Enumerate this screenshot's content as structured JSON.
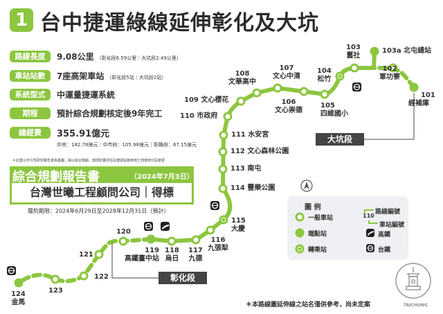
{
  "header": {
    "number": "1",
    "title": "台中捷運綠線延伸彰化及大坑"
  },
  "info": [
    {
      "label": "路線長度",
      "value": "9.08公里",
      "note": "（彰化段6.59公里｜大坑段2.49公里）"
    },
    {
      "label": "車站站數",
      "value": "7座高架車站",
      "note": "（彰化段5站｜大坑段2站）"
    },
    {
      "label": "系統型式",
      "value": "中運量捷運系統",
      "note": ""
    },
    {
      "label": "期程",
      "value": "預計綜合規劃核定後9年完工",
      "note": ""
    },
    {
      "label": "總經費",
      "value": "355.91億元",
      "note": ""
    }
  ],
  "funding": "中央：182.78億元｜中市府：105.98億元｜彰縣府：67.15億元",
  "note": "＊此案以可行性研究報告書為基礎，據以綜合規劃、環境影響評估及捷運設施用地土地使用分區變更",
  "report": {
    "title": "綜合規劃報告書",
    "date": "（2024年7月3日）",
    "winner": "台灣世曦工程顧問公司｜得標",
    "period": "履約期限：2024年6月29日至2028年12月31日（預計）"
  },
  "stations": {
    "s101": "101",
    "s101n": "經補庫",
    "s102": "102",
    "s102n": "軍功寮",
    "s103": "103",
    "s103n": "舊社",
    "s103a": "103a 北屯總站",
    "s104": "104",
    "s104n": "松竹",
    "s105": "105",
    "s105n": "四維國小",
    "s106": "106",
    "s106n": "文心崇德",
    "s107": "107",
    "s107n": "文心中清",
    "s108": "108",
    "s108n": "文華高中",
    "s109": "109 文心櫻花",
    "s110": "110 市政府",
    "s111": "111 水安宮",
    "s112": "112 文心森林公園",
    "s113": "113 南屯",
    "s114": "114 豐樂公園",
    "s115": "115",
    "s115n": "大慶",
    "s116": "116",
    "s116n": "九張犁",
    "s117": "117",
    "s117n": "九德",
    "s118": "118",
    "s118n": "烏日",
    "s119": "119",
    "s119n": "高鐵臺中站",
    "s120": "120",
    "s121": "121",
    "s122": "122",
    "s123": "123",
    "s124": "124",
    "s124n": "金馬"
  },
  "segments": {
    "dakeng": "大坑段",
    "changhua": "彰化段"
  },
  "legend": {
    "title": "圖 例",
    "normal": "一般車站",
    "terminal": "端點站",
    "transfer": "轉乘站",
    "route_no": "路線編號",
    "station_no": "車站編號",
    "example": "110",
    "hsr": "高鐵",
    "tra": "台鐵"
  },
  "footnote": "＊本路線圖延伸線之站名僅供參考，尚未定案",
  "logo": "TAICHUNG",
  "colors": {
    "green": "#8cc63f",
    "dark": "#444444"
  }
}
